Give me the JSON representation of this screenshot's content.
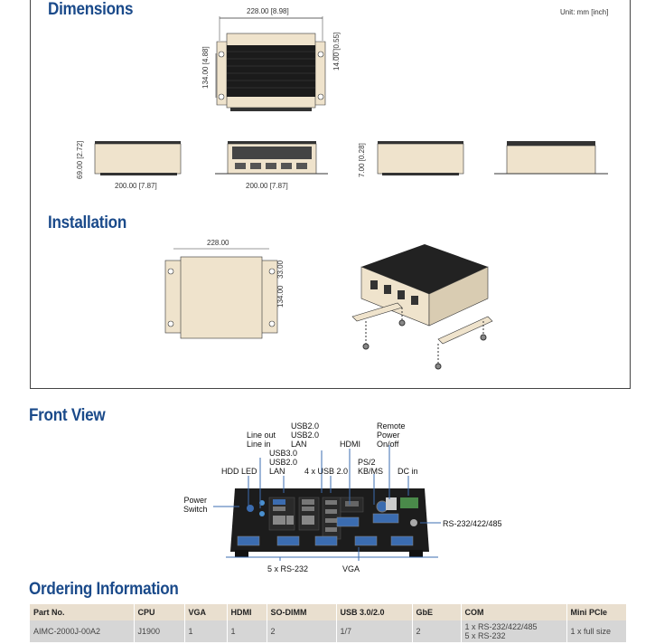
{
  "dimensions": {
    "title": "Dimensions",
    "unit": "Unit: mm [inch]",
    "top_width": "228.00 [8.98]",
    "top_height": "134.00 [4.88]",
    "top_tab": "14.00 [0.55]",
    "side_height": "69.00 [2.72]",
    "side_width": "200.00 [7.87]",
    "front_width": "200.00 [7.87]",
    "foot_height": "7.00 [0.28]"
  },
  "installation": {
    "title": "Installation",
    "width": "228.00",
    "tab": "33.00",
    "height": "134.00"
  },
  "front_view": {
    "title": "Front View",
    "labels": {
      "power_switch": "Power\nSwitch",
      "hdd_led": "HDD LED",
      "line": "Line out\nLine in",
      "usb3": "USB3.0\nUSB2.0\nLAN",
      "usb2": "USB2.0\nUSB2.0\nLAN",
      "usb4": "4 x USB 2.0",
      "hdmi": "HDMI",
      "ps2": "PS/2\nKB/MS",
      "remote": "Remote\nPower\nOn/off",
      "dc": "DC in",
      "rs232_422": "RS-232/422/485",
      "rs232x5": "5 x RS-232",
      "vga": "VGA"
    }
  },
  "ordering": {
    "title": "Ordering Information",
    "headers": [
      "Part No.",
      "CPU",
      "VGA",
      "HDMI",
      "SO-DIMM",
      "USB 3.0/2.0",
      "GbE",
      "COM",
      "Mini PCIe"
    ],
    "rows": [
      [
        "AIMC-2000J-00A2",
        "J1900",
        "1",
        "1",
        "2",
        "1/7",
        "2",
        "1 x RS-232/422/485\n5 x RS-232",
        "1 x full size"
      ]
    ]
  },
  "colors": {
    "heading": "#1a4a8a",
    "beige": "#efe3cc",
    "header_bg": "#e9dfcf",
    "row_bg": "#d6d6d6"
  }
}
